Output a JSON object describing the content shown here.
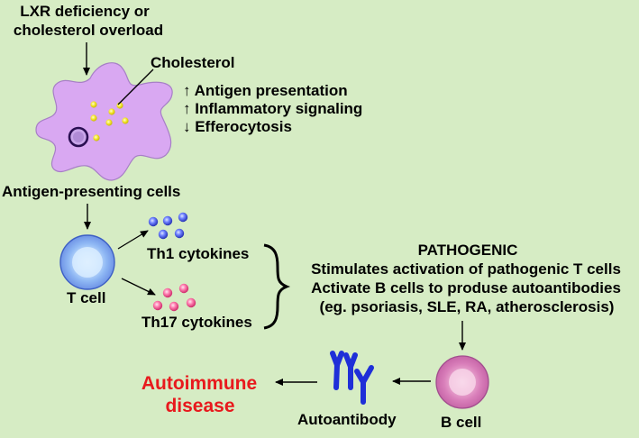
{
  "trigger": {
    "line1": "LXR deficiency or",
    "line2": "cholesterol overload"
  },
  "macrophage": {
    "cholesterol_label": "Cholesterol",
    "effects": [
      "↑ Antigen presentation",
      "↑ Inflammatory signaling",
      "↓ Efferocytosis"
    ],
    "label": "Antigen-presenting cells"
  },
  "t_cell": {
    "label": "T cell"
  },
  "cytokines": {
    "th1": "Th1 cytokines",
    "th17": "Th17 cytokines"
  },
  "pathogenic": {
    "title": "PATHOGENIC",
    "lines": [
      "Stimulates activation of pathogenic T cells",
      "Activate B cells to produse autoantibodies",
      "(eg. psoriasis, SLE, RA, atherosclerosis)"
    ]
  },
  "b_cell": {
    "label": "B cell"
  },
  "autoantibody": {
    "label": "Autoantibody"
  },
  "outcome": {
    "line1": "Autoimmune",
    "line2": "disease"
  },
  "colors": {
    "background": "#d6ecc4",
    "macrophage": "#d9a8f2",
    "cholesterol": "#f3e628",
    "th1": "#3e4fd6",
    "th17": "#ee4d8c",
    "antibody": "#1f2fd8",
    "outcome_text": "#e8191d"
  }
}
